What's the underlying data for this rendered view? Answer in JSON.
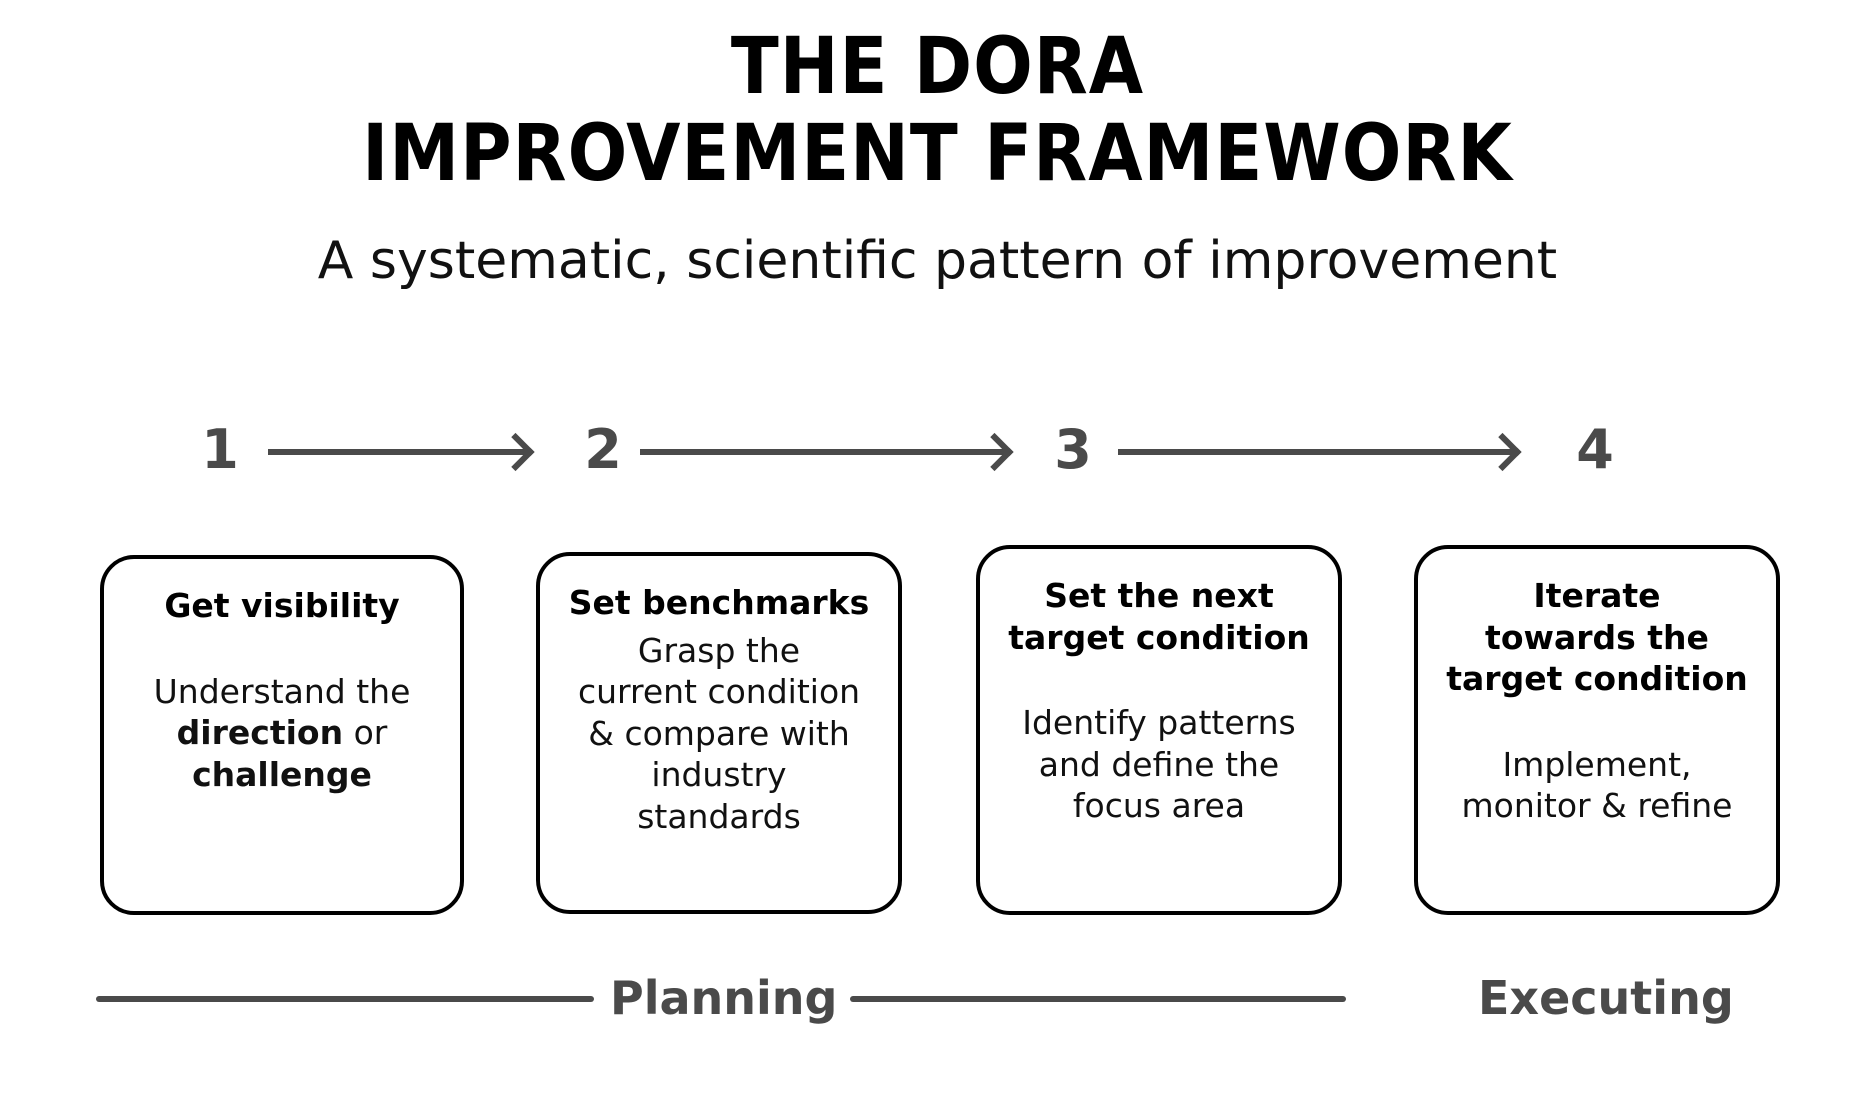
{
  "header": {
    "title_line1": "THE DORA",
    "title_line2": "IMPROVEMENT FRAMEWORK",
    "subtitle": "A systematic, scientific pattern of improvement"
  },
  "steps": [
    {
      "number": "1"
    },
    {
      "number": "2"
    },
    {
      "number": "3"
    },
    {
      "number": "4"
    }
  ],
  "cards": [
    {
      "title": "Get visibility",
      "body_prefix": "Understand the\n",
      "body_bold1": "direction",
      "body_mid": " or\n",
      "body_bold2": "challenge",
      "body_plain": "Understand the direction or challenge"
    },
    {
      "title": "Set benchmarks",
      "body": "Grasp the\ncurrent condition\n& compare with\nindustry\nstandards"
    },
    {
      "title": "Set the next\ntarget condition",
      "body": "Identify patterns\nand define the\nfocus area"
    },
    {
      "title": "Iterate\ntowards the\ntarget condition",
      "body": "Implement,\nmonitor & refine"
    }
  ],
  "phases": {
    "planning_label": "Planning",
    "executing_label": "Executing"
  },
  "colors": {
    "background": "#ffffff",
    "text": "#111111",
    "title": "#000000",
    "accent_gray": "#4a4a4a",
    "card_border": "#000000"
  }
}
